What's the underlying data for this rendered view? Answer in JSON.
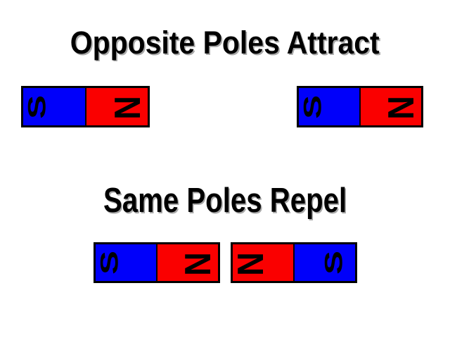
{
  "diagram": {
    "sections": [
      {
        "title": "Opposite Poles Attract",
        "magnets": [
          {
            "orientation": "south-north",
            "poles": [
              {
                "type": "south",
                "label": "S"
              },
              {
                "type": "north",
                "label": "N"
              }
            ]
          },
          {
            "orientation": "south-north",
            "poles": [
              {
                "type": "south",
                "label": "S"
              },
              {
                "type": "north",
                "label": "N"
              }
            ]
          }
        ]
      },
      {
        "title": "Same Poles Repel",
        "magnets": [
          {
            "orientation": "south-north",
            "poles": [
              {
                "type": "south",
                "label": "S"
              },
              {
                "type": "north",
                "label": "N"
              }
            ]
          },
          {
            "orientation": "north-south",
            "poles": [
              {
                "type": "north",
                "label": "N"
              },
              {
                "type": "south",
                "label": "S"
              }
            ]
          }
        ]
      }
    ]
  },
  "colors": {
    "south_pole": "#0000fa",
    "north_pole": "#fa0000",
    "magnet_border": "#000000",
    "label_text": "#000000",
    "title_text": "#000000",
    "title_shadow": "#a9a9a9",
    "background": "#ffffff"
  }
}
